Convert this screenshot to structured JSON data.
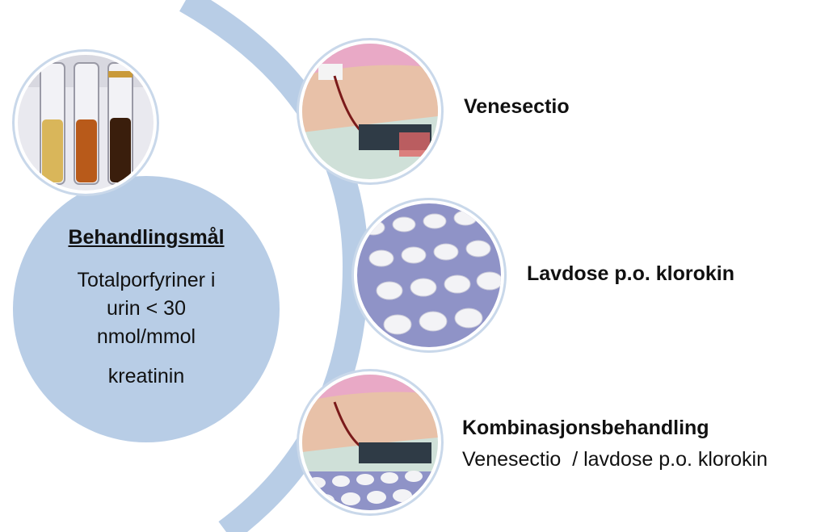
{
  "goal": {
    "title": "Behandlingsmål",
    "line1": "Totalporfyriner i",
    "line2": "urin < 30",
    "line3": "nmol/mmol",
    "line4": "kreatinin"
  },
  "treatments": [
    {
      "label": "Venesectio"
    },
    {
      "label": "Lavdose p.o. klorokin"
    },
    {
      "label": "Kombinasjonsbehandling",
      "sublabel": "Venesectio  / lavdose p.o. klorokin"
    }
  ],
  "colors": {
    "arc": "#b8cde6",
    "circle_fill": "#b8cde6",
    "tube_light": "#d9b65a",
    "tube_medium": "#b85a1a",
    "tube_dark": "#3a1e0c",
    "pill_bg": "#8f93c7",
    "pill": "#f3f3f6"
  },
  "icons": [
    "urine-tubes-photo",
    "venesection-photo",
    "pills-photo",
    "combination-photo"
  ]
}
